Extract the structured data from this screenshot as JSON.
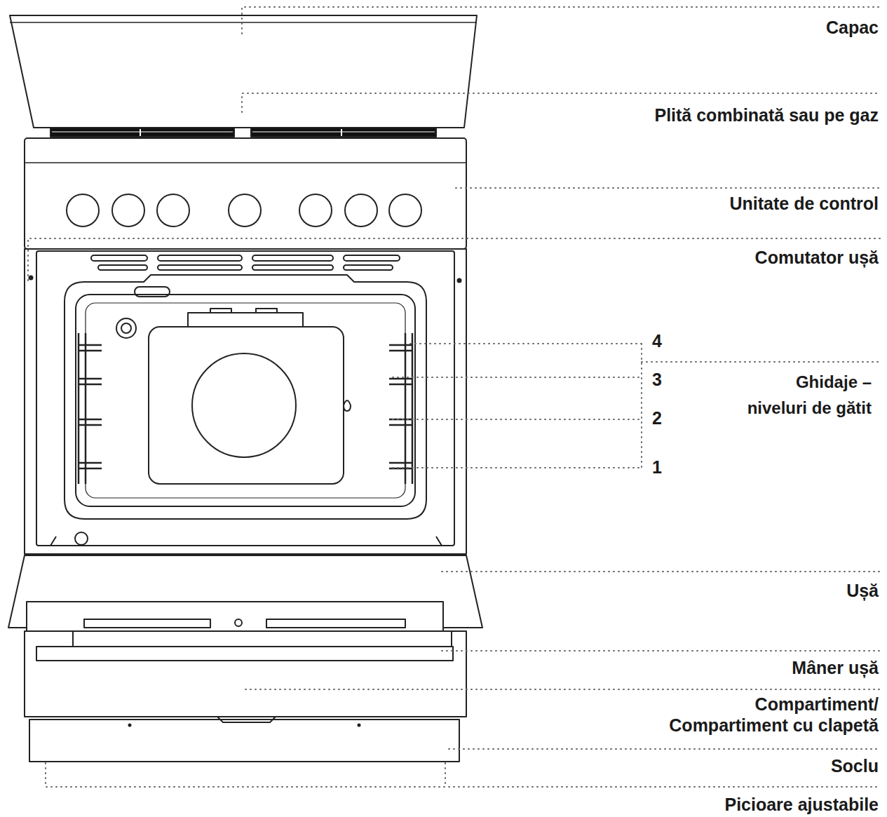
{
  "diagram": {
    "labels": [
      "Capac",
      "Plită combinată sau pe gaz",
      "Unitate de control",
      "Comutator ușă",
      "4",
      "3",
      "2",
      "1",
      "Ghidaje – niveluri de gătit",
      "Ușă",
      "Mâner ușă",
      "Compartiment/ Compartiment cu clapetă",
      "Soclu",
      "Picioare ajustabile"
    ]
  }
}
